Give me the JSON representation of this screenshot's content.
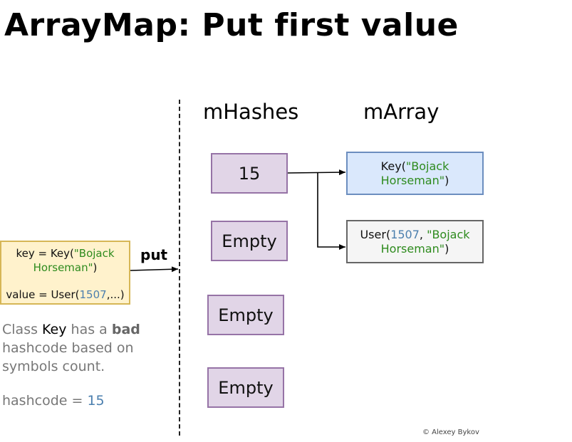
{
  "title": "ArrayMap: Put first value",
  "columns": {
    "mhashes": "mHashes",
    "marray": "mArray"
  },
  "mhashes": [
    {
      "text": "15"
    },
    {
      "text": "Empty"
    },
    {
      "text": "Empty"
    },
    {
      "text": "Empty"
    }
  ],
  "marray": {
    "key": {
      "prefix": "Key(",
      "string": "\"Bojack Horseman\"",
      "suffix": ")"
    },
    "value": {
      "prefix": "User(",
      "number": "1507",
      "sep": ", ",
      "string": "\"Bojack Horseman\"",
      "suffix": ")"
    }
  },
  "input": {
    "key": {
      "prefix": "key = Key(",
      "string": "\"Bojack Horseman\"",
      "suffix": ")"
    },
    "value": {
      "prefix": "value = User(",
      "number": "1507",
      "suffix": ",...)"
    }
  },
  "put_label": "put",
  "note": {
    "part1": "Class ",
    "key_word": "Key",
    "part2": " has a ",
    "bad_word": "bad",
    "part3": " hashcode based on symbols count."
  },
  "hashcode": {
    "label": "hashcode = ",
    "value": "15"
  },
  "credit": "© Alexey Bykov",
  "colors": {
    "hash_fill": "#e1d5e7",
    "hash_border": "#9673a6",
    "key_fill": "#dae8fc",
    "key_border": "#6c8ebf",
    "value_fill": "#f5f5f5",
    "value_border": "#666666",
    "input_fill": "#fff2cc",
    "input_border": "#d6b656",
    "string_text": "#2e8b1e",
    "number_text": "#4b7fae"
  }
}
